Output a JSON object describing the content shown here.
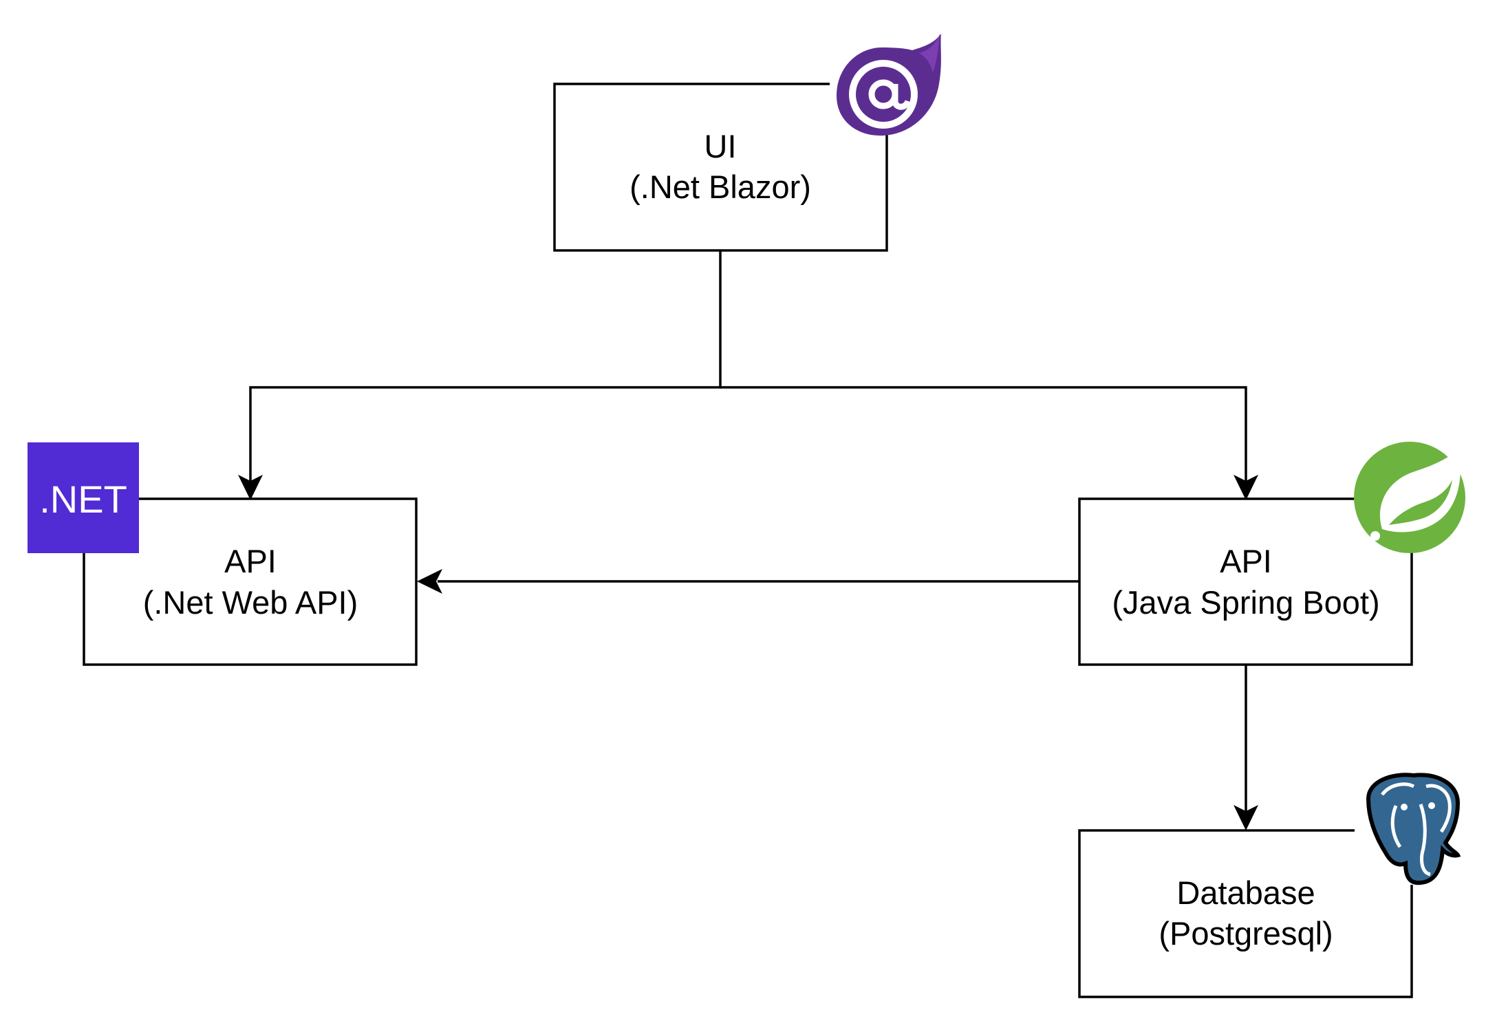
{
  "nodes": {
    "ui": {
      "title": "UI",
      "subtitle": "(.Net Blazor)",
      "logo": "blazor-icon"
    },
    "dotnet_api": {
      "title": "API",
      "subtitle": "(.Net Web API)",
      "logo": "dotnet-icon",
      "logo_text": ".NET"
    },
    "java_api": {
      "title": "API",
      "subtitle": "(Java Spring Boot)",
      "logo": "spring-icon"
    },
    "database": {
      "title": "Database",
      "subtitle": "(Postgresql)",
      "logo": "postgresql-icon"
    }
  },
  "edges": [
    {
      "from": "ui",
      "to": "dotnet_api"
    },
    {
      "from": "ui",
      "to": "java_api"
    },
    {
      "from": "java_api",
      "to": "dotnet_api"
    },
    {
      "from": "java_api",
      "to": "database"
    }
  ],
  "colors": {
    "blazor": "#5c2d91",
    "dotnet": "#512bd4",
    "spring": "#6db33f",
    "postgres": "#336791",
    "line": "#000000"
  }
}
